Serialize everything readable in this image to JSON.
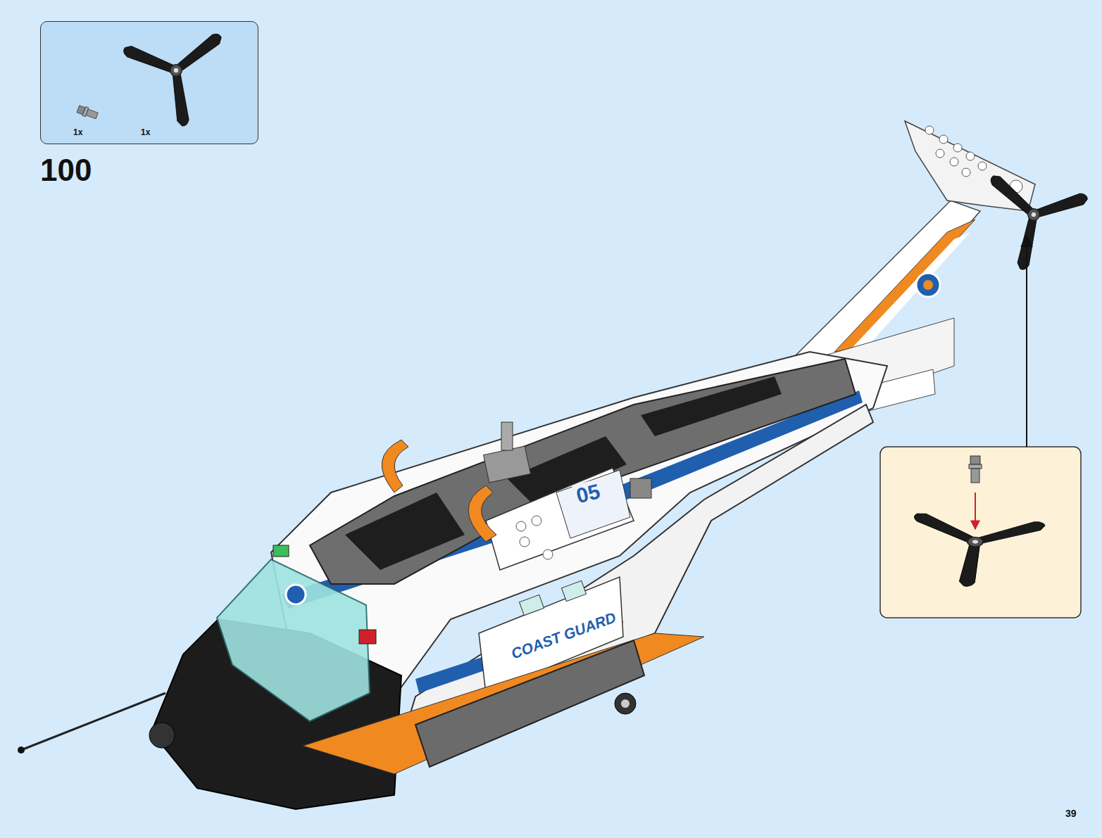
{
  "diagram": {
    "nodes": [
      {
        "text": [
          "1x",
          "1x"
        ]
      }
    ],
    "labels": [
      "100",
      "05",
      "COAST GUARD",
      "39"
    ]
  }
}
